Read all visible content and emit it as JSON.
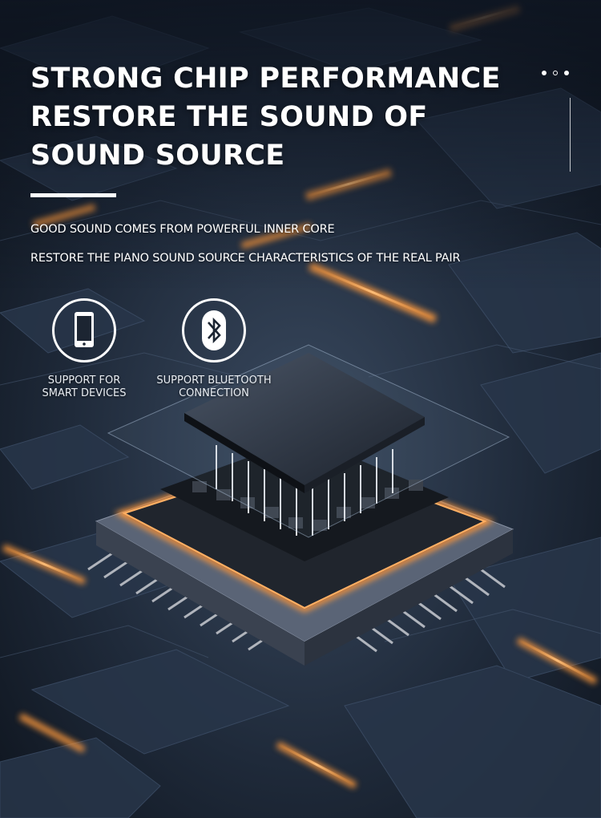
{
  "headline": {
    "lines": [
      "STRONG CHIP PERFORMANCE",
      "RESTORE THE SOUND OF",
      "SOUND SOURCE"
    ]
  },
  "subtitles": [
    "GOOD SOUND COMES FROM POWERFUL INNER CORE",
    "RESTORE THE PIANO SOUND SOURCE CHARACTERISTICS OF THE REAL PAIR"
  ],
  "features": [
    {
      "icon": "smartphone-icon",
      "label_lines": [
        "SUPPORT FOR",
        "SMART DEVICES"
      ]
    },
    {
      "icon": "bluetooth-icon",
      "label_lines": [
        "SUPPORT BLUETOOTH",
        "CONNECTION"
      ]
    }
  ],
  "colors": {
    "background": "#141c28",
    "accent_glow": "#ff9a3c",
    "text": "#ffffff"
  }
}
